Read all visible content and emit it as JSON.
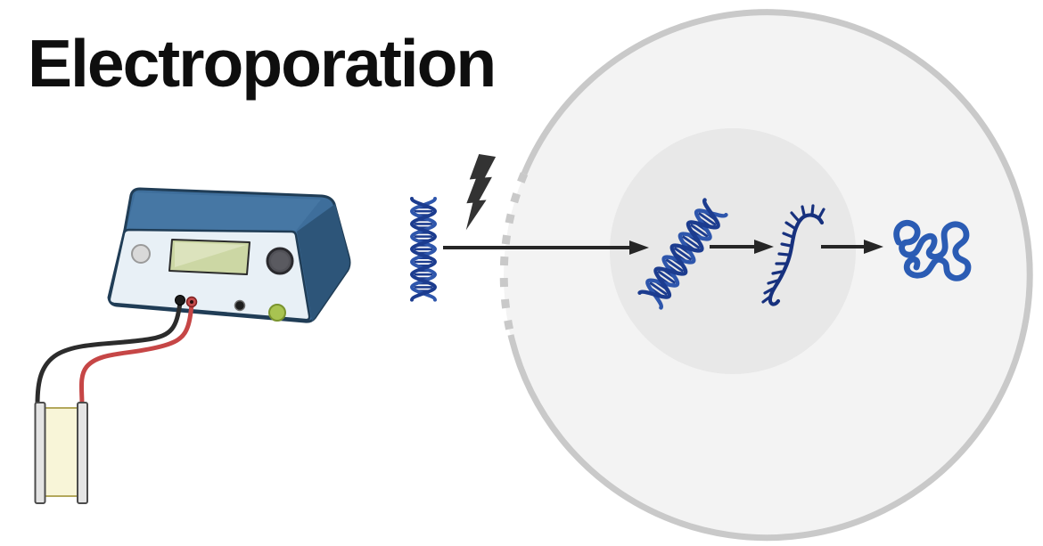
{
  "title": "Electroporation",
  "diagram": {
    "type": "scientific-illustration",
    "subject": "electroporation gene delivery into a cell",
    "stages": [
      "electroporator-device",
      "electroporation-cuvette",
      "plasmid-dna",
      "electric-pulse",
      "pored-cell-membrane",
      "nuclear-dna",
      "mrna-transcript",
      "protein"
    ]
  },
  "icons": [
    "electroporator-device",
    "lcd-screen",
    "power-knob",
    "indicator-light",
    "output-port-black",
    "output-port-red",
    "pulse-button",
    "status-led",
    "black-wire",
    "red-wire",
    "cuvette-electrode",
    "cuvette-chamber",
    "plasmid-dna-icon",
    "lightning-bolt-icon",
    "cell-membrane",
    "membrane-pores",
    "nucleus",
    "nuclear-dna-icon",
    "mrna-icon",
    "protein-icon",
    "arrow-right"
  ],
  "colors": {
    "background": "#ffffff",
    "title_text": "#0e0e0e",
    "cell_fill": "#f3f3f3",
    "cell_membrane": "#c9c9c9",
    "nucleus_fill": "#e8e8e8",
    "arrow": "#262626",
    "lightning_bolt": "#333333",
    "dna_navy": "#1c3c8f",
    "dna_navy_light": "#2e56ac",
    "mrna_navy": "#17317e",
    "protein_blue": "#2b5cb4",
    "device_body": "#3e6e9b",
    "device_top": "#4677a4",
    "device_side": "#2d5579",
    "device_outline": "#203d56",
    "device_face": "#e8f0f6",
    "lcd_screen": "#ccd7a4",
    "lcd_highlight": "#dce3bd",
    "knob": "#515157",
    "indicator_light": "#d9d9d9",
    "led_green": "#a8c351",
    "wire_black": "#2c2c2c",
    "wire_red": "#c64646",
    "cuvette_electrode": "#e4e4e4",
    "cuvette_chamber": "#f8f5d8",
    "cuvette_chamber_border": "#b3a85c"
  }
}
